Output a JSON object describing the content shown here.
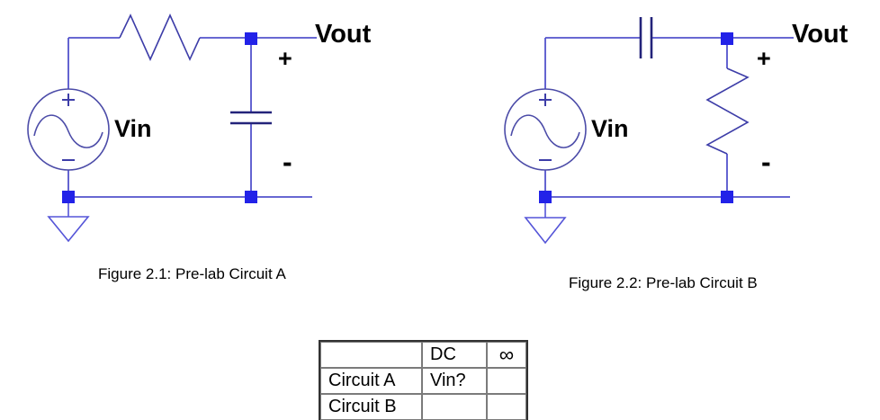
{
  "colors": {
    "wire_blue": "#5353cc",
    "component_blue": "#3d3da8",
    "capacitor_navy": "#23237a",
    "node_blue": "#2222e8",
    "text_black": "#000000",
    "table_border_outer": "#323232",
    "table_border_inner": "#7b7b7b"
  },
  "figure_a": {
    "caption": "Figure 2.1: Pre-lab Circuit A",
    "input_label": "Vin",
    "output_label": "Vout",
    "polarity_plus": "+",
    "polarity_minus": "-",
    "series_component": "resistor",
    "shunt_component": "capacitor"
  },
  "figure_b": {
    "caption": "Figure 2.2: Pre-lab Circuit B",
    "input_label": "Vin",
    "output_label": "Vout",
    "polarity_plus": "+",
    "polarity_minus": "-",
    "series_component": "capacitor",
    "shunt_component": "resistor"
  },
  "table": {
    "header": [
      "",
      "DC",
      "∞"
    ],
    "rows": [
      {
        "label": "Circuit A",
        "dc": "Vin?",
        "inf": ""
      },
      {
        "label": "Circuit B",
        "dc": "",
        "inf": ""
      }
    ]
  }
}
